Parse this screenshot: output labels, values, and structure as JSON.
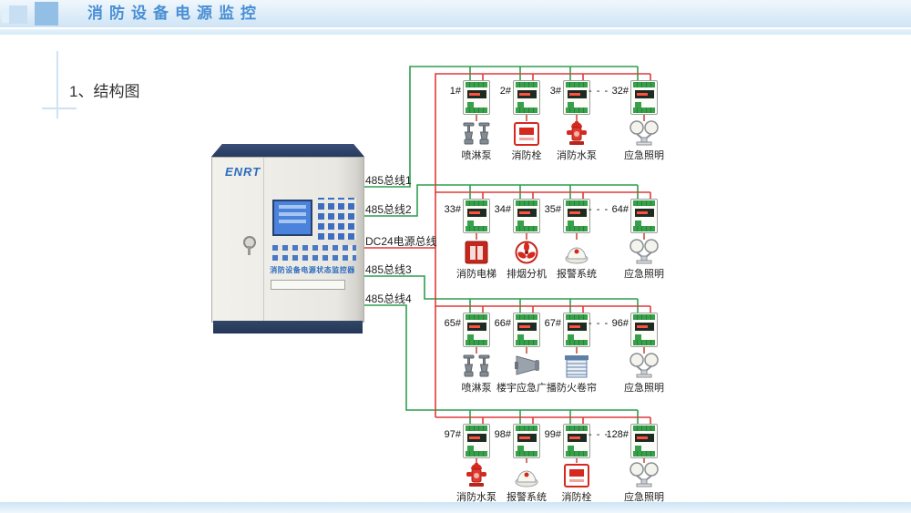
{
  "header": {
    "title": "消防设备电源监控"
  },
  "section_title": "1、结构图",
  "cabinet": {
    "brand": "ENRT",
    "label": "消防设备电源状态监控器"
  },
  "bus_labels": {
    "bus1": "485总线1",
    "bus2": "485总线2",
    "dc24": "DC24电源总线",
    "bus3": "485总线3",
    "bus4": "485总线4"
  },
  "rows": [
    {
      "modules": [
        "1#",
        "2#",
        "3#",
        "32#"
      ],
      "continuation": "- - -",
      "devices": [
        "喷淋泵",
        "消防栓",
        "消防水泵",
        "应急照明"
      ]
    },
    {
      "modules": [
        "33#",
        "34#",
        "35#",
        "64#"
      ],
      "continuation": "- - -",
      "devices": [
        "消防电梯",
        "排烟分机",
        "报警系统",
        "应急照明"
      ]
    },
    {
      "modules": [
        "65#",
        "66#",
        "67#",
        "96#"
      ],
      "continuation": "- - -",
      "devices": [
        "喷淋泵",
        "楼宇应急广播",
        "防火卷帘",
        "应急照明"
      ]
    },
    {
      "modules": [
        "97#",
        "98#",
        "99#",
        "128#"
      ],
      "continuation": "- - -",
      "devices": [
        "消防水泵",
        "报警系统",
        "消防栓",
        "应急照明"
      ]
    }
  ],
  "colors": {
    "accent": "#4a8fd4",
    "bus_green": "#2e9e4f",
    "bus_red": "#e03a3a",
    "connector_red": "#c0392b",
    "device_red": "#d5281e",
    "navy": "#273a5e"
  }
}
